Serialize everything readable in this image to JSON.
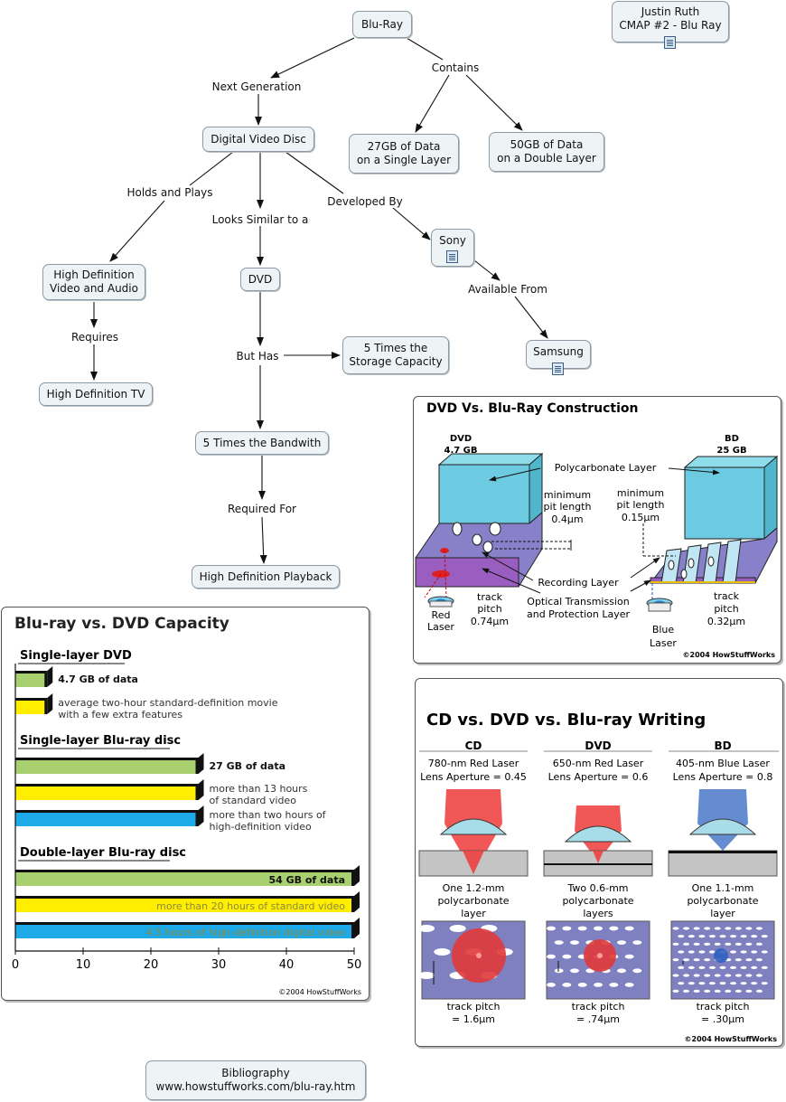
{
  "nodes": {
    "bluray": "Blu-Ray",
    "author": "Justin Ruth\nCMAP #2 - Blu Ray",
    "dvd_disc": "Digital Video Disc",
    "data27": "27GB of Data\non a Single Layer",
    "data50": "50GB of Data\non a Double Layer",
    "sony": "Sony",
    "hdva": "High Definition\nVideo and Audio",
    "dvd": "DVD",
    "samsung": "Samsung",
    "storage": "5 Times the\nStorage Capacity",
    "hdtv": "High Definition TV",
    "bandwidth": "5 Times the Bandwith",
    "hdplay": "High Definition Playback",
    "biblio": "Bibliography\nwww.howstuffworks.com/blu-ray.htm"
  },
  "links": {
    "next_gen": "Next Generation",
    "contains": "Contains",
    "holds": "Holds and Plays",
    "looks": "Looks Similar to a",
    "developed": "Developed By",
    "available": "Available From",
    "requires": "Requires",
    "but_has": "But Has",
    "required_for": "Required For"
  },
  "construction": {
    "title": "DVD Vs. Blu-Ray Construction",
    "dvd_label": "DVD",
    "dvd_size": "4.7 GB",
    "bd_label": "BD",
    "bd_size": "25 GB",
    "polycarbonate": "Polycarbonate Layer",
    "min_pit": "minimum",
    "pit_length": "pit length",
    "dvd_pit": "0.4µm",
    "bd_pit": "0.15µm",
    "recording": "Recording Layer",
    "optical1": "Optical Transmission",
    "optical2": "and Protection Layer",
    "track": "track",
    "pitch": "pitch",
    "dvd_track": "0.74µm",
    "bd_track": "0.32µm",
    "red": "Red",
    "blue": "Blue",
    "laser": "Laser",
    "credit": "©2004 HowStuffWorks"
  },
  "writing": {
    "title": "CD vs. DVD vs. Blu-ray Writing",
    "cols": [
      {
        "name": "CD",
        "laser": "780-nm Red Laser",
        "aperture": "Lens Aperture = 0.45",
        "layer1": "One 1.2-mm",
        "layer2": "polycarbonate",
        "layer3": "layer",
        "track1": "track pitch",
        "track2": "= 1.6µm"
      },
      {
        "name": "DVD",
        "laser": "650-nm Red Laser",
        "aperture": "Lens Aperture = 0.6",
        "layer1": "Two 0.6-mm",
        "layer2": "polycarbonate",
        "layer3": "layers",
        "track1": "track pitch",
        "track2": "= .74µm"
      },
      {
        "name": "BD",
        "laser": "405-nm Blue Laser",
        "aperture": "Lens Aperture = 0.8",
        "layer1": "One 1.1-mm",
        "layer2": "polycarbonate",
        "layer3": "layer",
        "track1": "track pitch",
        "track2": "= .30µm"
      }
    ],
    "credit": "©2004 HowStuffWorks"
  },
  "chart_data": {
    "type": "bar",
    "title": "Blu-ray vs. DVD Capacity",
    "credit": "©2004 HowStuffWorks",
    "xlim": [
      0,
      50
    ],
    "xticks": [
      "0",
      "10",
      "20",
      "30",
      "40",
      "50"
    ],
    "groups": [
      {
        "name": "Single-layer DVD",
        "bars": [
          {
            "value": 4.7,
            "color": "#a9d06e",
            "label": "4.7 GB of data",
            "bold": true,
            "inside": false
          },
          {
            "value": 4.7,
            "color": "#ffee00",
            "label": "average two-hour standard-definition movie\nwith a few extra features",
            "bold": false,
            "inside": false
          }
        ]
      },
      {
        "name": "Single-layer Blu-ray disc",
        "bars": [
          {
            "value": 27,
            "color": "#a9d06e",
            "label": "27 GB of data",
            "bold": true,
            "inside": false
          },
          {
            "value": 27,
            "color": "#ffee00",
            "label": "more than 13 hours\nof standard video",
            "bold": false,
            "inside": false
          },
          {
            "value": 27,
            "color": "#1ea9e8",
            "label": "more than two hours of\nhigh-definition video",
            "bold": false,
            "inside": false
          }
        ]
      },
      {
        "name": "Double-layer Blu-ray disc",
        "bars": [
          {
            "value": 50,
            "color": "#a9d06e",
            "label": "54 GB of data",
            "bold": true,
            "inside": true
          },
          {
            "value": 50,
            "color": "#ffee00",
            "label": "more than 20 hours of standard video",
            "bold": false,
            "inside": true
          },
          {
            "value": 50,
            "color": "#1ea9e8",
            "label": "4.5 hours of high-definition digital video",
            "bold": false,
            "inside": true
          }
        ]
      }
    ]
  }
}
